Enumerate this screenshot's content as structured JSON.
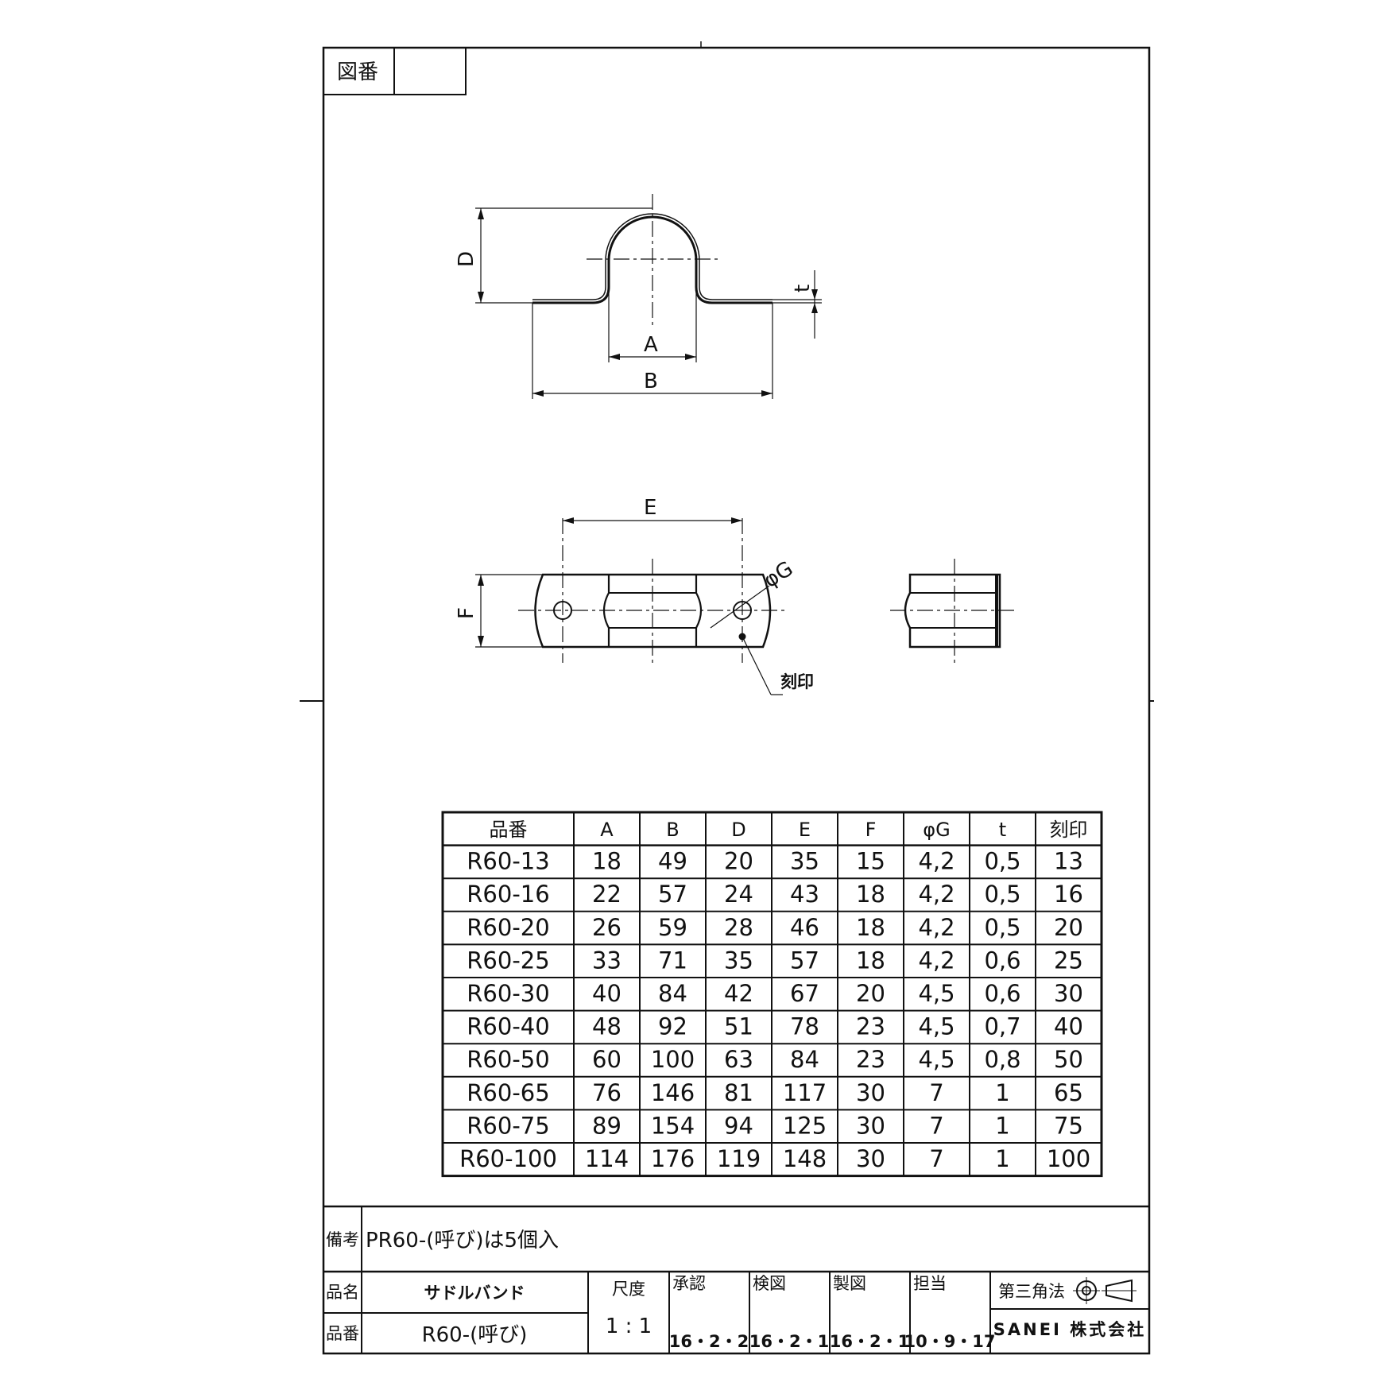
{
  "drawing_number_label": "図番",
  "drawing_number_value": "",
  "dimension_labels": {
    "A": "A",
    "B": "B",
    "D": "D",
    "t": "t",
    "E": "E",
    "F": "F",
    "phiG": "φG",
    "stamp": "刻印"
  },
  "table": {
    "headers": [
      "品番",
      "A",
      "B",
      "D",
      "E",
      "F",
      "φG",
      "t",
      "刻印"
    ],
    "rows": [
      [
        "R60-13",
        "18",
        "49",
        "20",
        "35",
        "15",
        "4,2",
        "0,5",
        "13"
      ],
      [
        "R60-16",
        "22",
        "57",
        "24",
        "43",
        "18",
        "4,2",
        "0,5",
        "16"
      ],
      [
        "R60-20",
        "26",
        "59",
        "28",
        "46",
        "18",
        "4,2",
        "0,5",
        "20"
      ],
      [
        "R60-25",
        "33",
        "71",
        "35",
        "57",
        "18",
        "4,2",
        "0,6",
        "25"
      ],
      [
        "R60-30",
        "40",
        "84",
        "42",
        "67",
        "20",
        "4,5",
        "0,6",
        "30"
      ],
      [
        "R60-40",
        "48",
        "92",
        "51",
        "78",
        "23",
        "4,5",
        "0,7",
        "40"
      ],
      [
        "R60-50",
        "60",
        "100",
        "63",
        "84",
        "23",
        "4,5",
        "0,8",
        "50"
      ],
      [
        "R60-65",
        "76",
        "146",
        "81",
        "117",
        "30",
        "7",
        "1",
        "65"
      ],
      [
        "R60-75",
        "89",
        "154",
        "94",
        "125",
        "30",
        "7",
        "1",
        "75"
      ],
      [
        "R60-100",
        "114",
        "176",
        "119",
        "148",
        "30",
        "7",
        "1",
        "100"
      ]
    ]
  },
  "title_block": {
    "remarks_label": "備考",
    "remarks_value": "PR60-(呼び)は5個入",
    "name_label": "品名",
    "name_value": "サドルバンド",
    "part_no_label": "品番",
    "part_no_value": "R60-(呼び)",
    "scale_label": "尺度",
    "scale_value": "1 : 1",
    "approval_label": "承認",
    "approval_date": "16・2・2",
    "check_label": "検図",
    "check_date": "16・2・1",
    "draft_label": "製図",
    "draft_date": "16・2・1",
    "charge_label": "担当",
    "charge_date": "10・9・17",
    "projection_label": "第三角法",
    "company": "SANEI 株式会社"
  }
}
